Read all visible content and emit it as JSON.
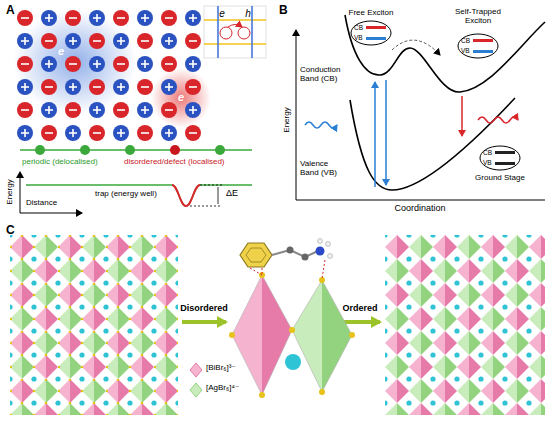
{
  "diagram": {
    "labels": [
      "A",
      "e",
      "e",
      "h",
      "e",
      "periodic (delocalised)",
      "disordered/defect (localised)",
      "Energy",
      "Distance",
      "trap (energy well)",
      "ΔE",
      "B",
      "Free Exciton",
      "CB",
      "VB",
      "Self-Trapped Exciton",
      "CB",
      "VB",
      "Conduction Band (CB)",
      "Energy",
      "Valence Band (VB)",
      "CB",
      "VB",
      "Ground Stage",
      "Coordination",
      "C",
      "Disordered",
      "Ordered"
    ],
    "legend": [
      {
        "text": "[BiBr₆]³⁻"
      },
      {
        "text": "[AgBr₆]⁴⁻"
      }
    ]
  }
}
